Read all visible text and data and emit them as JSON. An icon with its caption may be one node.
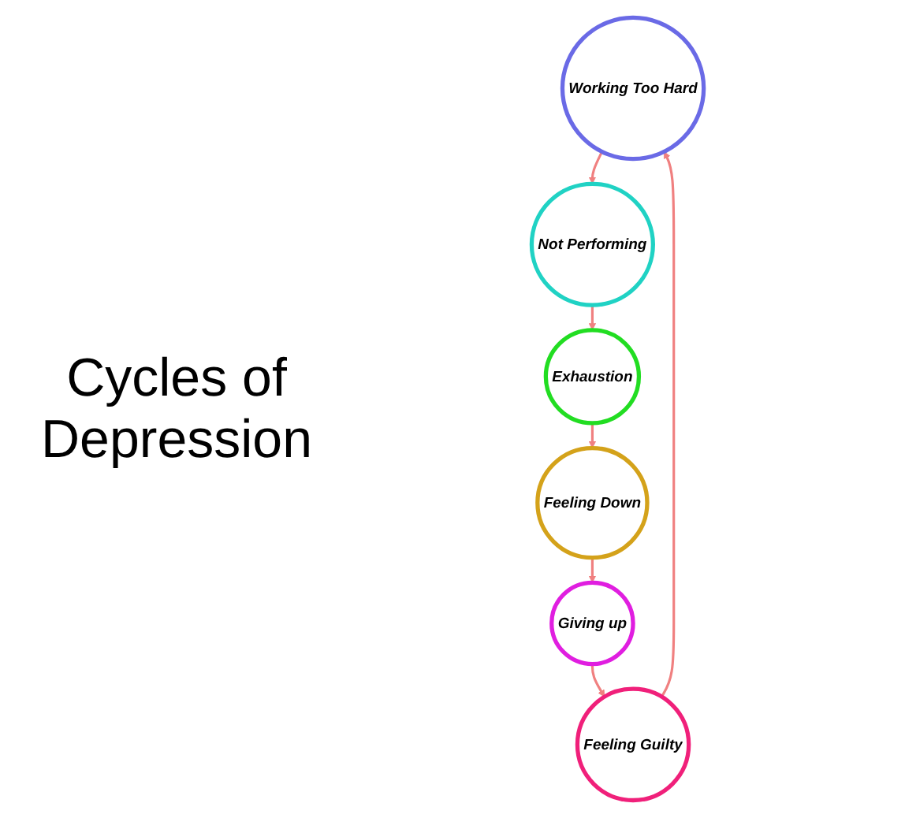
{
  "diagram": {
    "title": "Cycles of Depression",
    "nodes": [
      {
        "text": [
          "Working Too Hard"
        ]
      },
      {
        "text": [
          "Not Performing"
        ]
      },
      {
        "text": [
          "Exhaustion"
        ]
      },
      {
        "text": [
          "Feeling Down"
        ]
      },
      {
        "text": [
          "Giving up"
        ]
      },
      {
        "text": [
          "Feeling Guilty"
        ]
      }
    ],
    "edges": [
      {
        "from": 0,
        "to": 1,
        "arrow": "to"
      },
      {
        "from": 1,
        "to": 2,
        "arrow": "to"
      },
      {
        "from": 2,
        "to": 3,
        "arrow": "to"
      },
      {
        "from": 3,
        "to": 4,
        "arrow": "to"
      },
      {
        "from": 4,
        "to": 5,
        "arrow": "to"
      },
      {
        "from": 5,
        "to": 0,
        "arrow": "to"
      }
    ]
  }
}
